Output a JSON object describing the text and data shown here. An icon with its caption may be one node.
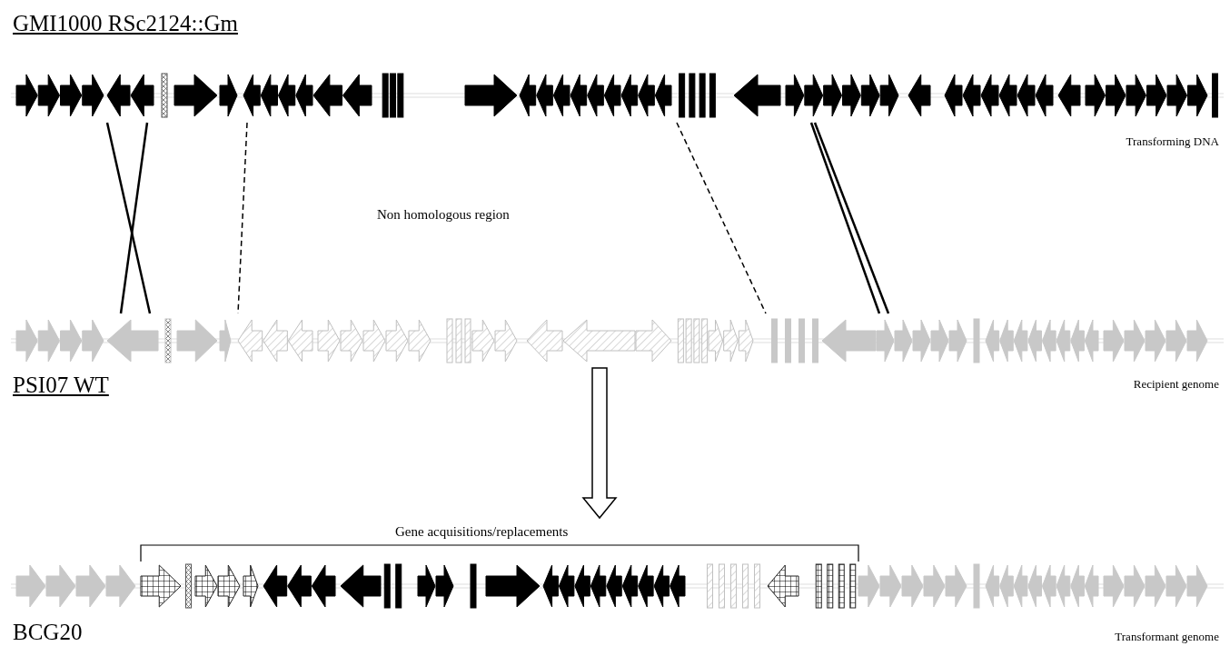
{
  "diagram": {
    "nodes": [
      {
        "text": [],
        "shape": "bar",
        "beside": [
          "GMI1000 RSc2124::Gm",
          "Transforming DNA"
        ]
      },
      {
        "text": [],
        "shape": "bar",
        "beside": [
          "PSI07 WT",
          "Recipient genome"
        ]
      },
      {
        "text": [],
        "shape": "bar",
        "beside": [
          "BCG20",
          "Transformant genome"
        ]
      }
    ],
    "edges": [
      {
        "from": 0,
        "to": 1,
        "arrow": "none"
      },
      {
        "from": 0,
        "to": 1,
        "arrow": "none"
      },
      {
        "from": 0,
        "to": 1,
        "arrow": "none",
        "style": "dashed"
      },
      {
        "from": 0,
        "to": 1,
        "arrow": "none",
        "style": "dashed"
      },
      {
        "from": 0,
        "to": 1,
        "arrow": "none"
      },
      {
        "from": 0,
        "to": 1,
        "arrow": "none"
      },
      {
        "from": 1,
        "to": 2,
        "arrow": "to"
      }
    ],
    "labels": [
      "Non homologous region",
      "Gene acquisitions/replacements"
    ]
  }
}
